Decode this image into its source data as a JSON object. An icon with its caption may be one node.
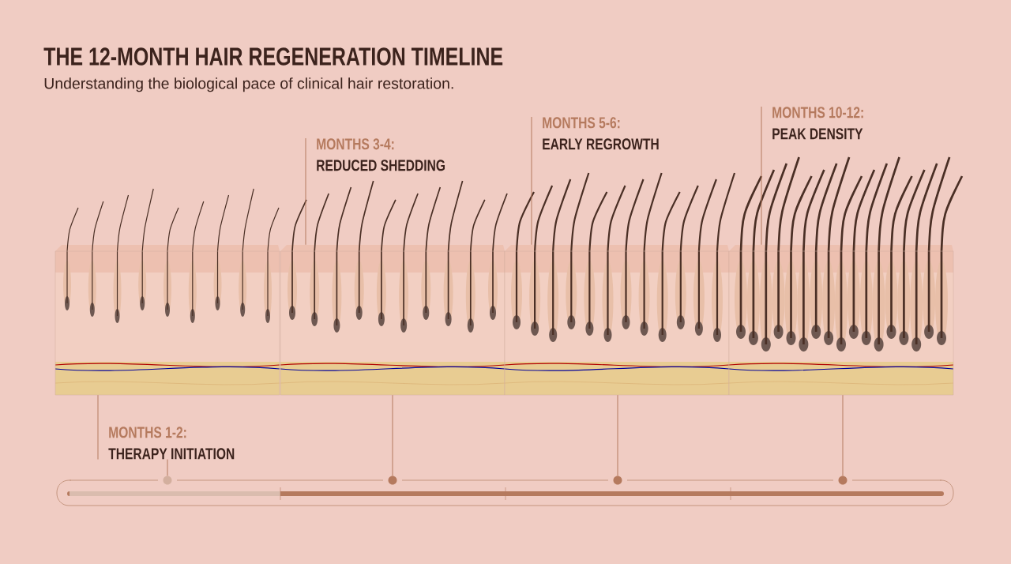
{
  "diagram": {
    "title": "THE 12-MONTH HAIR REGENERATION TIMELINE",
    "caption": "Understanding the biological pace of clinical hair restoration.",
    "nodes": [
      {
        "text": [],
        "shape": "picture"
      },
      {
        "text": [],
        "shape": "picture"
      },
      {
        "text": [],
        "shape": "picture"
      },
      {
        "text": [],
        "shape": "picture"
      },
      {
        "text": [
          "MONTHS 1-2:",
          "THERAPY INITIATION"
        ]
      },
      {
        "text": [
          "MONTHS 3-4:",
          "REDUCED SHEDDING"
        ]
      },
      {
        "text": [
          "MONTHS 5-6:",
          "EARLY REGROWTH"
        ]
      },
      {
        "text": [
          "MONTHS 10-12:",
          "PEAK DENSITY"
        ]
      },
      {
        "text": [],
        "shape": "bar"
      },
      {
        "text": [],
        "shape": "circle"
      },
      {
        "text": [],
        "shape": "circle"
      },
      {
        "text": [],
        "shape": "circle"
      },
      {
        "text": [],
        "shape": "circle"
      }
    ],
    "edges": [
      {
        "from": 4,
        "to": 0,
        "arrow": "none"
      },
      {
        "from": 5,
        "to": 1,
        "arrow": "none"
      },
      {
        "from": 6,
        "to": 2,
        "arrow": "none"
      },
      {
        "from": 7,
        "to": 3,
        "arrow": "none"
      },
      {
        "from": 9,
        "to": 4,
        "arrow": "none"
      },
      {
        "from": 10,
        "to": 1,
        "arrow": "none"
      },
      {
        "from": 11,
        "to": 2,
        "arrow": "none"
      },
      {
        "from": 12,
        "to": 3,
        "arrow": "none"
      }
    ]
  }
}
